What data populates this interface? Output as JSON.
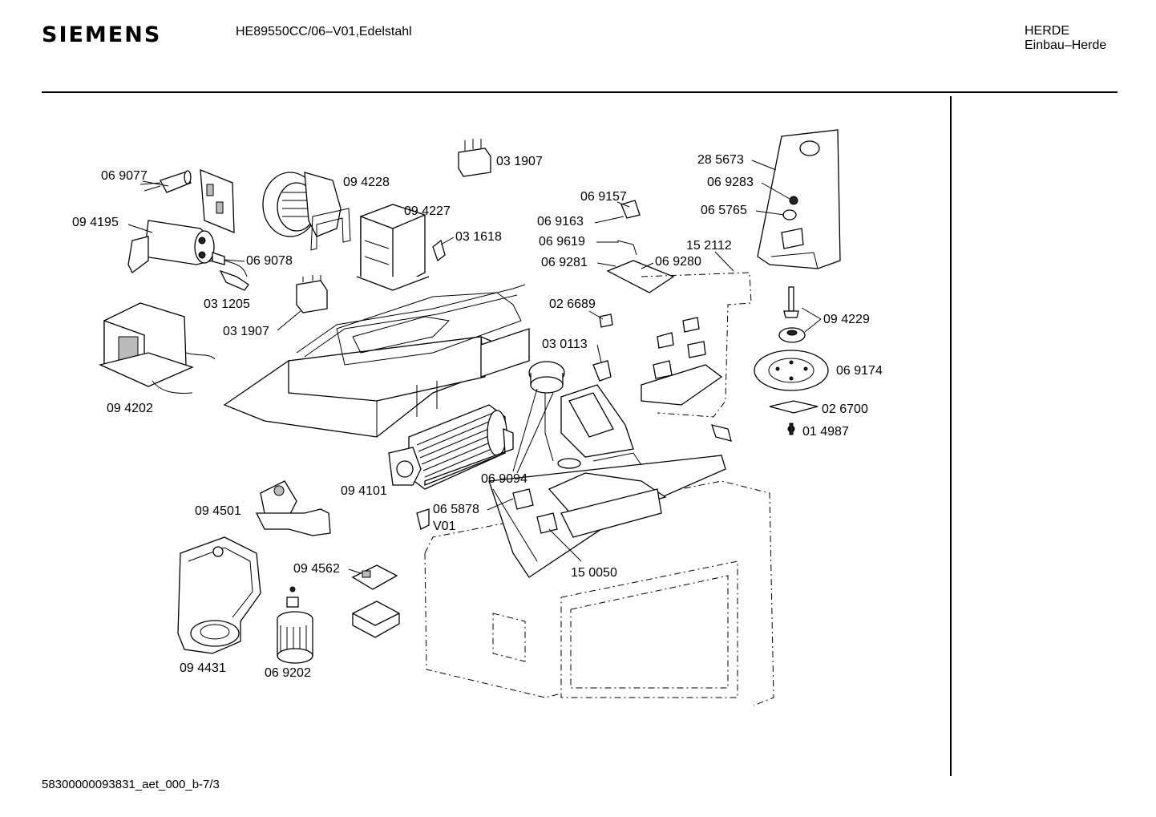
{
  "header": {
    "brand": "SIEMENS",
    "model": "HE89550CC/06–V01,Edelstahl",
    "category_line1": "HERDE",
    "category_line2": "Einbau–Herde"
  },
  "footer": {
    "doc_id": "58300000093831_aet_000_b-7/3"
  },
  "parts": {
    "p069077": "06 9077",
    "p094195": "09 4195",
    "p069078": "06 9078",
    "p031205": "03 1205",
    "p031907a": "03 1907",
    "p094202": "09 4202",
    "p094228": "09 4228",
    "p031907b": "03 1907",
    "p094227": "09 4227",
    "p031618": "03 1618",
    "p069157": "06 9157",
    "p069163": "06 9163",
    "p069619": "06 9619",
    "p069281": "06 9281",
    "p069280": "06 9280",
    "p152112": "15 2112",
    "p285673": "28 5673",
    "p069283": "06 9283",
    "p065765": "06 5765",
    "p094229": "09 4229",
    "p069174": "06 9174",
    "p026700": "02 6700",
    "p014987": "01 4987",
    "p026689": "02 6689",
    "p030113": "03 0113",
    "p069094": "06 9094",
    "p094101": "09 4101",
    "p065878": "06 5878",
    "pV01": "V01",
    "p150050": "15 0050",
    "p094501": "09 4501",
    "p094562": "09 4562",
    "p094431": "09 4431",
    "p069202": "06 9202"
  }
}
